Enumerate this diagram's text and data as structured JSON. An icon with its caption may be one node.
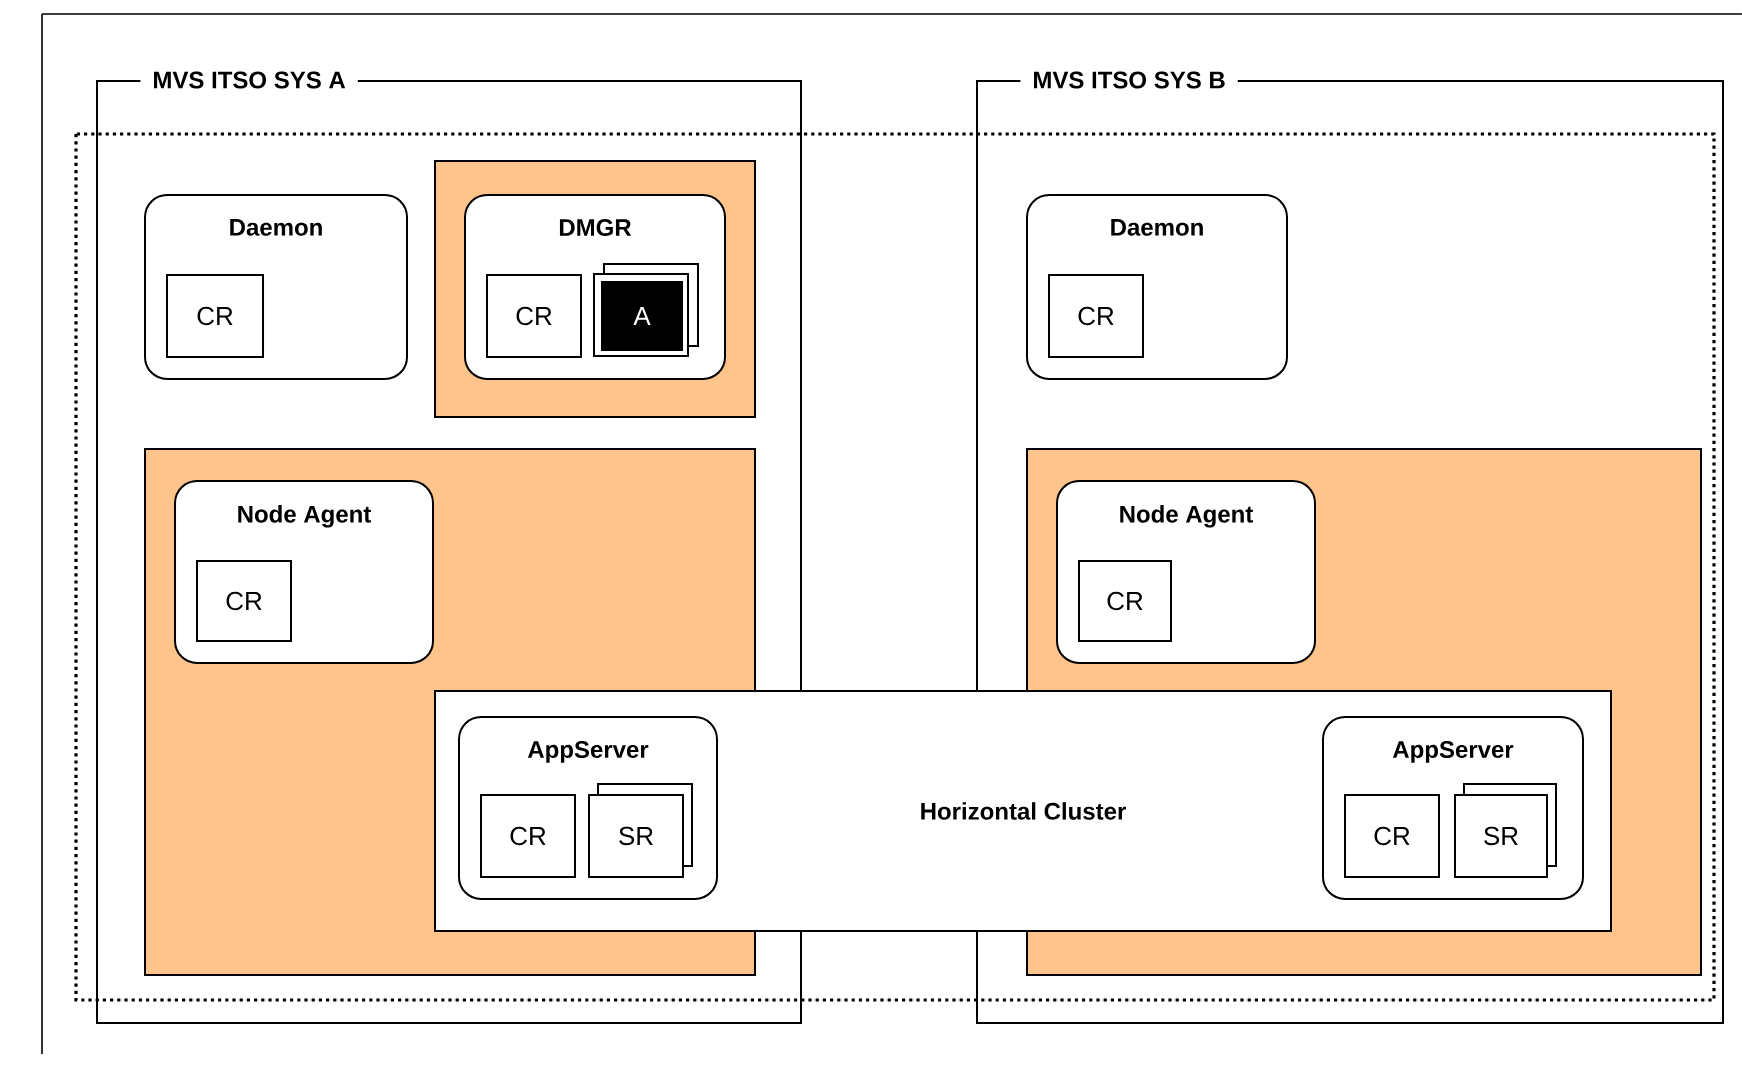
{
  "diagram": {
    "nodes": [
      {
        "text": [
          "MVS ITSO SYS A"
        ]
      },
      {
        "text": [
          "Daemon"
        ],
        "in": 0
      },
      {
        "text": [
          "CR"
        ],
        "in": 1
      },
      {
        "text": [],
        "shape": "box",
        "in": 0
      },
      {
        "text": [
          "DMGR"
        ],
        "in": 3
      },
      {
        "text": [
          "CR"
        ],
        "in": 4
      },
      {
        "text": [
          "A"
        ],
        "in": 4
      },
      {
        "text": [],
        "shape": "box",
        "in": 0
      },
      {
        "text": [
          "Node Agent"
        ],
        "in": 7
      },
      {
        "text": [
          "CR"
        ],
        "in": 8
      },
      {
        "text": [
          "MVS ITSO SYS B"
        ]
      },
      {
        "text": [
          "Daemon"
        ],
        "in": 10
      },
      {
        "text": [
          "CR"
        ],
        "in": 11
      },
      {
        "text": [],
        "shape": "box",
        "in": 10
      },
      {
        "text": [
          "Node Agent"
        ],
        "in": 13
      },
      {
        "text": [
          "CR"
        ],
        "in": 14
      },
      {
        "text": [
          "Horizontal Cluster"
        ]
      },
      {
        "text": [
          "AppServer"
        ]
      },
      {
        "text": [
          "CR"
        ],
        "in": 17
      },
      {
        "text": [
          "SR"
        ],
        "in": 17
      },
      {
        "text": [
          "AppServer"
        ]
      },
      {
        "text": [
          "CR"
        ],
        "in": 20
      },
      {
        "text": [
          "SR"
        ],
        "in": 20
      }
    ]
  }
}
